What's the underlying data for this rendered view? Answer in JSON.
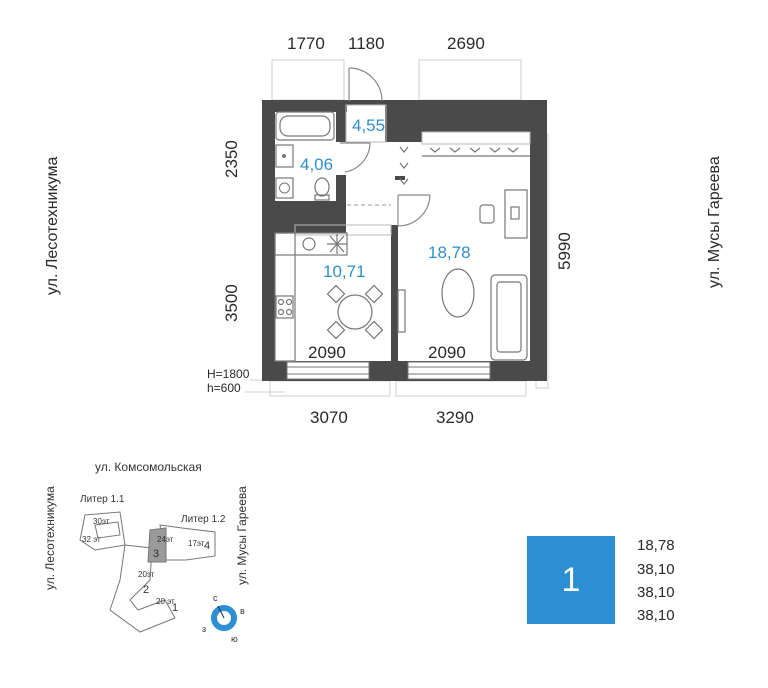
{
  "plan": {
    "top_dims": [
      "1770",
      "1180",
      "2690"
    ],
    "bottom_dims": [
      "3070",
      "3290"
    ],
    "left_dims": [
      "2350",
      "3500"
    ],
    "right_dim": "5990",
    "inner_dims": [
      "2090",
      "2090"
    ],
    "window_height": "H=1800",
    "sill_height": "h=600",
    "areas": {
      "bath": "4,55",
      "wc": "4,06",
      "kitchen": "10,71",
      "room": "18,78"
    },
    "streets": {
      "left": "ул. Лесотехникума",
      "right": "ул. Мусы Гареева"
    }
  },
  "site": {
    "street_top": "ул. Комсомольская",
    "street_left": "ул. Лесотехникума",
    "street_right": "ул. Мусы Гареева",
    "liter_1_1": "Литер 1.1",
    "liter_1_2": "Литер 1.2",
    "floors": {
      "a": "30эт",
      "b": "32 эт",
      "c": "24эт",
      "d": "17эт",
      "e": "20эт",
      "f": "20 эт"
    },
    "sections": [
      "3",
      "4",
      "2",
      "1"
    ],
    "compass": {
      "n": "с",
      "e": "в",
      "s": "ю",
      "w": "з"
    }
  },
  "summary": {
    "rooms": "1",
    "values": [
      "18,78",
      "38,10",
      "38,10",
      "38,10"
    ]
  },
  "colors": {
    "wall": "#4a4a4a",
    "accent": "#2c8fd4",
    "highlight_section": "#9a9a9a"
  }
}
